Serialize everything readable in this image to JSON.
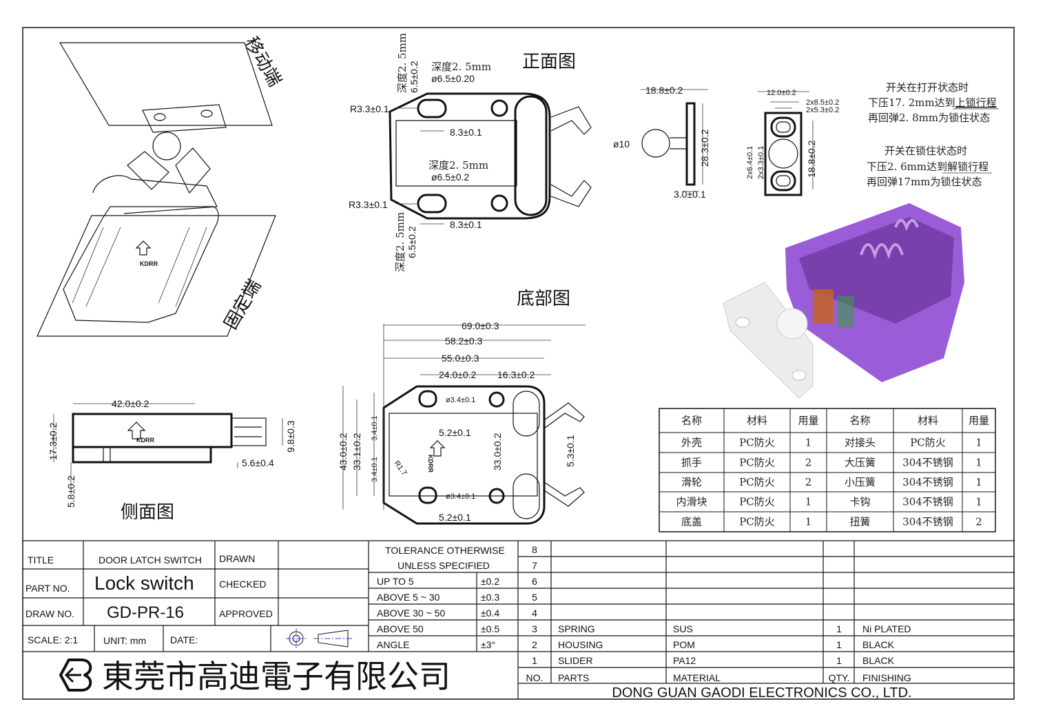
{
  "drawing": {
    "isometric": {
      "moving_end_label": "移动端",
      "fixed_end_label": "固定端",
      "logo_text": "KDRR"
    },
    "front_view": {
      "title": "正面图",
      "depth_top": "深度2. 5mm",
      "hole_top": "ø6.5±0.20",
      "depth_mid": "深度2. 5mm",
      "hole_mid": "ø6.5±0.2",
      "radius_top": "R3.3±0.1",
      "radius_bottom": "R3.3±0.1",
      "spacing_top": "8.3±0.1",
      "spacing_bottom": "8.3±0.1",
      "slot_top_depth": "深度2. 5mm",
      "slot_top_size": "6.5±0.2",
      "slot_bottom_depth": "深度2. 5mm",
      "slot_bottom_size": "6.5±0.2"
    },
    "catch_view": {
      "height": "18.8±0.2",
      "diameter": "ø10",
      "length": "28.3±0.2",
      "thickness": "3.0±0.1"
    },
    "plate_view": {
      "width": "12.0±0.2",
      "slot_outer": "2x8.5±0.2",
      "slot_inner": "2x5.3±0.2",
      "slot_h_outer": "2x6.4±0.1",
      "slot_h_inner": "2x3.3±0.1",
      "height": "18.8±0.2"
    },
    "notes": [
      {
        "lines": [
          "开关在打开状态时",
          "下压17. 2mm达到",
          "上锁行程",
          "再回弹2. 8mm为锁住状态"
        ]
      },
      {
        "lines": [
          "开关在锁住状态时",
          "下压2. 6mm达到",
          "解锁行程",
          "再回弹17mm为锁住状态"
        ]
      }
    ],
    "side_view": {
      "title": "侧面图",
      "length": "42.0±0.2",
      "height": "17.3±0.2",
      "base": "5.8±0.2",
      "catch_height": "9.8±0.3",
      "catch_offset": "5.6±0.4",
      "logo_text": "KDRR"
    },
    "bottom_view": {
      "title": "底部图",
      "overall": "69.0±0.3",
      "body_claw": "58.2±0.3",
      "body": "55.0±0.3",
      "hole_spacing": "24.0±0.2",
      "claw_offset": "16.3±0.2",
      "hole_top": "ø3.4±0.1",
      "hole_bottom": "ø3.4±0.1",
      "slot_top": "5.2±0.1",
      "slot_bottom": "5.2±0.1",
      "height_total": "43.0±0.2",
      "height_holes": "33.1±0.2",
      "slot_h_top": "3.4±0.1",
      "slot_h_bottom": "3.4±0.1",
      "inner_height": "33.0±0.2",
      "claw_gap": "5.3±0.1",
      "radius": "R1.7",
      "logo_text": "KDRR"
    }
  },
  "bom_cn": {
    "headers": [
      "名称",
      "材料",
      "用量",
      "名称",
      "材料",
      "用量"
    ],
    "rows": [
      [
        "外壳",
        "PC防火",
        "1",
        "对接头",
        "PC防火",
        "1"
      ],
      [
        "抓手",
        "PC防火",
        "2",
        "大压簧",
        "304不锈钢",
        "1"
      ],
      [
        "滑轮",
        "PC防火",
        "2",
        "小压簧",
        "304不锈钢",
        "1"
      ],
      [
        "内滑块",
        "PC防火",
        "1",
        "卡钩",
        "304不锈钢",
        "1"
      ],
      [
        "底盖",
        "PC防火",
        "1",
        "扭簧",
        "304不锈钢",
        "2"
      ]
    ]
  },
  "title_block": {
    "title_label": "TITLE",
    "title_value": "DOOR  LATCH  SWITCH",
    "part_label": "PART  NO.",
    "part_value": "Lock switch",
    "draw_label": "DRAW  NO.",
    "draw_value": "GD-PR-16",
    "drawn_label": "DRAWN",
    "checked_label": "CHECKED",
    "approved_label": "APPROVED",
    "scale": "SCALE:  2:1",
    "unit": "UNIT:  mm",
    "date": "DATE:",
    "company_cn": "東莞市高迪電子有限公司",
    "company_en": "DONG GUAN GAODI ELECTRONICS CO., LTD.",
    "projection_color": "#6a2bd9"
  },
  "tolerance": {
    "header": [
      "TOLERANCE  OTHERWISE",
      "UNLESS  SPECIFIED"
    ],
    "rows": [
      [
        "UP  TO  5",
        "±0.2"
      ],
      [
        "ABOVE  5 ~ 30",
        "±0.3"
      ],
      [
        "ABOVE  30 ~ 50",
        "±0.4"
      ],
      [
        "ABOVE  50",
        "±0.5"
      ],
      [
        "ANGLE",
        "±3°"
      ]
    ]
  },
  "parts_list": {
    "rows": [
      [
        "8",
        "",
        "",
        "",
        ""
      ],
      [
        "7",
        "",
        "",
        "",
        ""
      ],
      [
        "6",
        "",
        "",
        "",
        ""
      ],
      [
        "5",
        "",
        "",
        "",
        ""
      ],
      [
        "4",
        "",
        "",
        "",
        ""
      ],
      [
        "3",
        "SPRING",
        "SUS",
        "1",
        "Ni  PLATED"
      ],
      [
        "2",
        "HOUSING",
        "POM",
        "1",
        "BLACK"
      ],
      [
        "1",
        "SLIDER",
        "PA12",
        "1",
        "BLACK"
      ]
    ],
    "headers": [
      "NO.",
      "PARTS",
      "MATERIAL",
      "QTY.",
      "FINISHING"
    ]
  },
  "render_colors": {
    "housing": "#8a3fd1",
    "catch": "#e8e8ea"
  }
}
